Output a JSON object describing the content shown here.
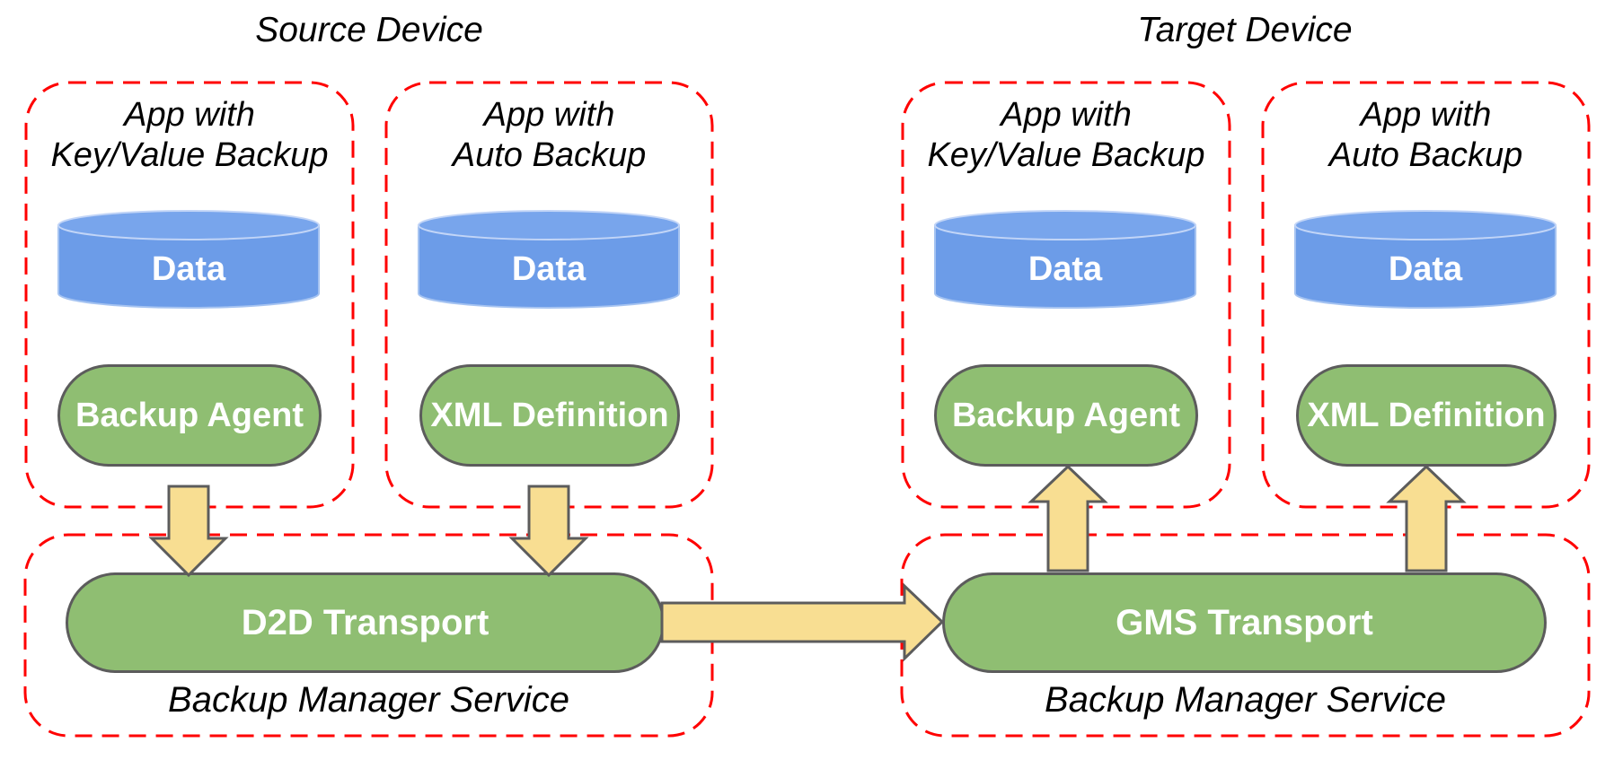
{
  "palette": {
    "red": "#FF0000",
    "green_fill": "#8FBE72",
    "green_stroke": "#5C5C5C",
    "blue_fill": "#6C9CE8",
    "blue_top": "#78A5EC",
    "blue_edge": "#A5C3F1",
    "blue_edge2": "#C2D5F7",
    "yellow_fill": "#F8DE92",
    "yellow_stroke": "#5C5C5C",
    "text_dark": "#000000",
    "text_light": "#FFFFFF"
  },
  "icons": {
    "cylinder": "database-cylinder-icon",
    "down_arrow": "flow-down-arrow-icon",
    "up_arrow": "flow-up-arrow-icon",
    "right_arrow": "flow-right-arrow-icon"
  },
  "source": {
    "title": "Source Device",
    "apps": [
      {
        "line1": "App with",
        "line2": "Key/Value Backup",
        "data": "Data",
        "component": "Backup Agent"
      },
      {
        "line1": "App with",
        "line2": "Auto Backup",
        "data": "Data",
        "component": "XML Definition"
      }
    ],
    "service": {
      "transport": "D2D Transport",
      "label": "Backup Manager Service"
    }
  },
  "target": {
    "title": "Target Device",
    "apps": [
      {
        "line1": "App with",
        "line2": "Key/Value Backup",
        "data": "Data",
        "component": "Backup Agent"
      },
      {
        "line1": "App with",
        "line2": "Auto Backup",
        "data": "Data",
        "component": "XML Definition"
      }
    ],
    "service": {
      "transport": "GMS Transport",
      "label": "Backup Manager Service"
    }
  }
}
